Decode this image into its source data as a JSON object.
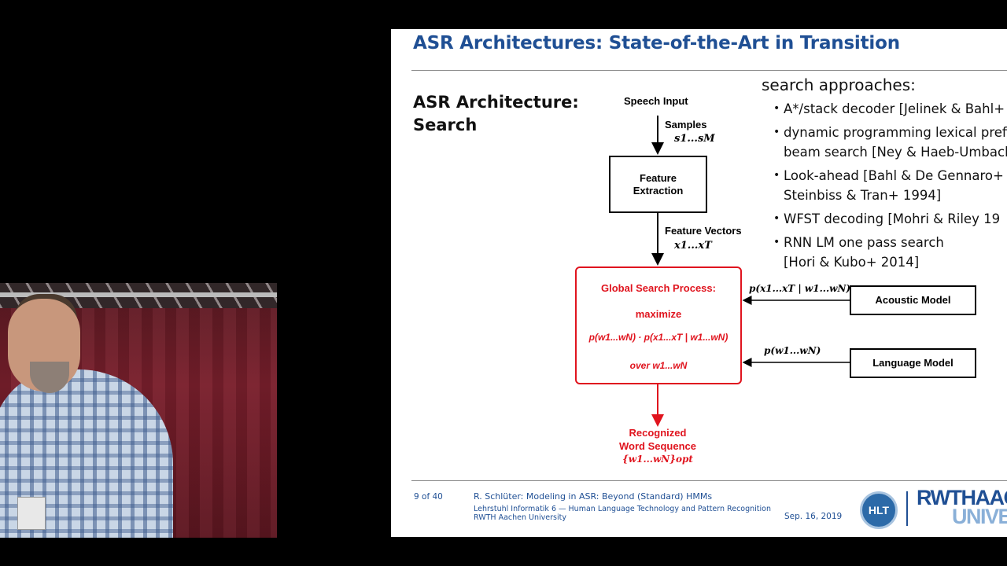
{
  "slide": {
    "title": "ASR Architectures: State-of-the-Art in Transition",
    "subtitle_line1": "ASR Architecture:",
    "subtitle_line2": "Search",
    "approaches_heading": "search approaches:",
    "approaches": [
      {
        "l1": "A*/stack decoder [Jelinek & Bahl+",
        "l2": ""
      },
      {
        "l1": "dynamic programming lexical prefix",
        "l2": "beam search [Ney & Haeb-Umbach"
      },
      {
        "l1": "Look-ahead [Bahl & De Gennaro+",
        "l2": "Steinbiss & Tran+ 1994]"
      },
      {
        "l1": "WFST decoding [Mohri & Riley 19",
        "l2": ""
      },
      {
        "l1": "RNN LM one pass search",
        "l2": "[Hori & Kubo+ 2014]"
      }
    ]
  },
  "diagram": {
    "speech_input": "Speech Input",
    "samples_label": "Samples",
    "samples_expr": "s1...sM",
    "feature_extraction_l1": "Feature",
    "feature_extraction_l2": "Extraction",
    "feature_vectors_label": "Feature Vectors",
    "feature_vectors_expr": "x1...xT",
    "search_title": "Global Search Process:",
    "search_maximize": "maximize",
    "search_formula": "p(w1...wN) · p(x1...xT | w1...wN)",
    "search_over": "over  w1...wN",
    "acoustic_prob": "p(x1...xT | w1...wN)",
    "acoustic_model": "Acoustic Model",
    "language_prob": "p(w1...wN)",
    "language_model": "Language Model",
    "output_l1": "Recognized",
    "output_l2": "Word Sequence",
    "output_expr": "{w1...wN}opt"
  },
  "footer": {
    "page": "9 of 40",
    "talk": "R. Schlüter: Modeling in ASR: Beyond (Standard) HMMs",
    "dept": "Lehrstuhl Informatik 6 — Human Language Technology and Pattern Recognition",
    "university": "RWTH Aachen University",
    "date": "Sep. 16, 2019",
    "hlt_logo_text": "HLT",
    "rwth_logo_l1": "RWTHAAC",
    "rwth_logo_l2": "UNIVER"
  },
  "colors": {
    "title_blue": "#1f4f94",
    "search_red": "#e0141e"
  }
}
